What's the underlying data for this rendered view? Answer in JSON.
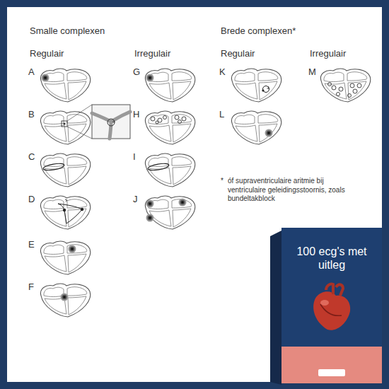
{
  "diagram": {
    "labels": [
      "Smalle complexen",
      "Brede complexen*",
      "Regulair",
      "Irregulair",
      "Regulair",
      "Irregulair",
      "A",
      "B",
      "C",
      "D",
      "E",
      "F",
      "G",
      "H",
      "I",
      "J",
      "K",
      "L",
      "M",
      "*",
      "óf supraventriculaire aritmie bij ventriculaire geleidingsstoornis, zoals bundeltakblock",
      "100 ecg's met uitleg"
    ]
  }
}
